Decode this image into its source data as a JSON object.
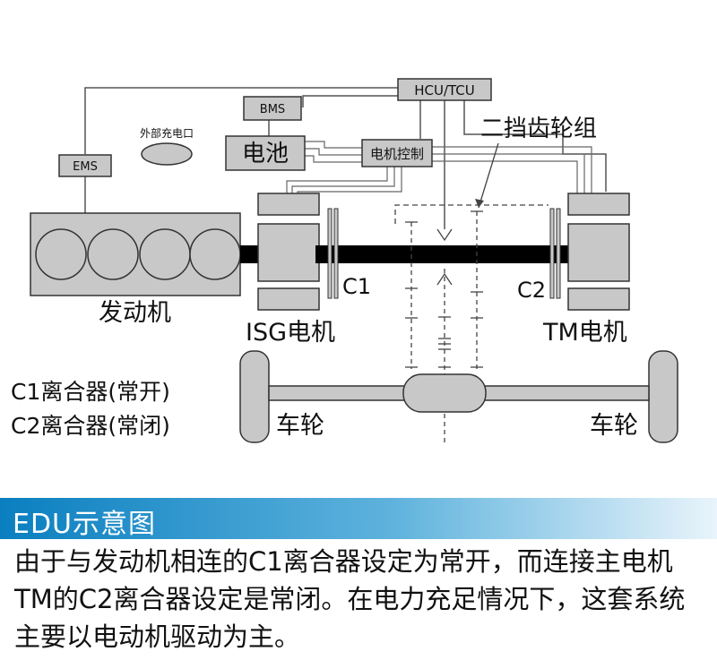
{
  "diagram": {
    "hcu_label": "HCU/TCU",
    "bms_label": "BMS",
    "ext_charge_label": "外部充电口",
    "battery_label": "电池",
    "motor_ctrl_label": "电机控制",
    "ems_label": "EMS",
    "gearset_label": "二挡齿轮组",
    "c1_label": "C1",
    "c2_label": "C2",
    "engine_label": "发动机",
    "isg_label": "ISG电机",
    "tm_label": "TM电机",
    "clutch_note_1": "C1离合器(常开)",
    "clutch_note_2": "C2离合器(常闭)",
    "wheel_left_label": "车轮",
    "wheel_right_label": "车轮"
  },
  "banner": {
    "title": "EDU示意图"
  },
  "description": "由于与发动机相连的C1离合器设定为常开，而连接主电机TM的C2离合器设定是常闭。在电力充足情况下，这套系统主要以电动机驱动为主。",
  "colors": {
    "box_fill": "#c8c8c8",
    "shaft": "#000000",
    "banner_start": "#0a7fc0",
    "banner_end": "#e9f4fb"
  }
}
